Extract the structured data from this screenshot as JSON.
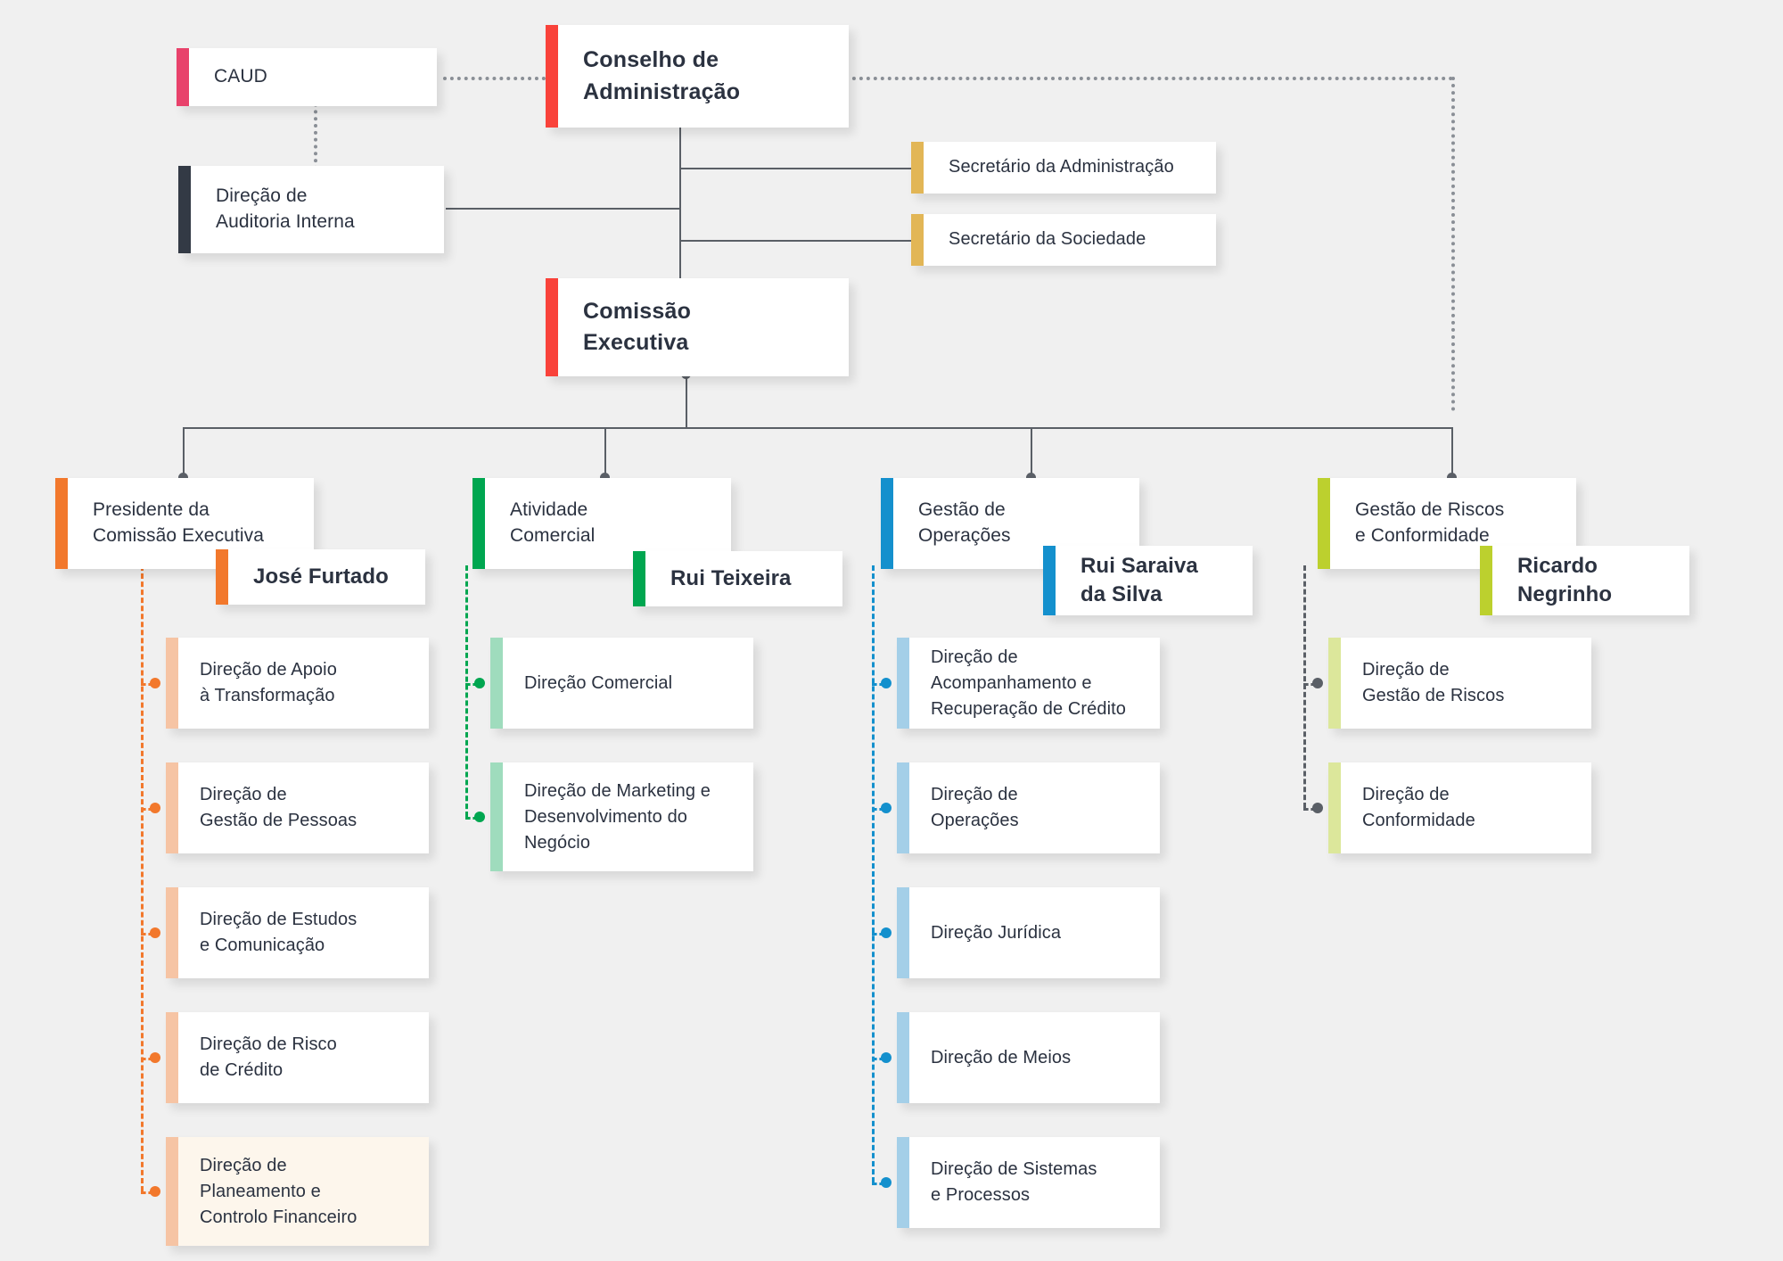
{
  "colors": {
    "background": "#f0f0f0",
    "text": "#2b3240",
    "connector": "#5a5f66",
    "red": "#f9423a",
    "pink": "#e8426b",
    "navy": "#333a45",
    "gold": "#e3b košt"
  },
  "palette": {
    "red": "#f9423a",
    "pink": "#e8426b",
    "navy": "#333a45",
    "gold": "#e2b656",
    "orange": "#f2782c",
    "orange_light": "#f6c4a4",
    "green": "#00a650",
    "green_light": "#9fdcbd",
    "blue": "#1490cd",
    "blue_light": "#a4cfe8",
    "lime": "#bcd02e",
    "lime_light": "#dce79b",
    "cream": "#fdf6ec"
  },
  "top": {
    "caud": {
      "label": "CAUD",
      "accent": "pink"
    },
    "auditoria": {
      "label": "Direção de\nAuditoria Interna",
      "accent": "navy"
    },
    "conselho": {
      "label": "Conselho de\nAdministração",
      "accent": "red"
    },
    "comissao": {
      "label": "Comissão\nExecutiva",
      "accent": "red"
    },
    "secretarios": [
      {
        "label": "Secretário da Administração",
        "accent": "gold"
      },
      {
        "label": "Secretário da Sociedade",
        "accent": "gold"
      }
    ]
  },
  "columns": [
    {
      "header": "Presidente da\nComissão Executiva",
      "accent": "orange",
      "person": "José Furtado",
      "child_accent": "orange_light",
      "connector": "#f2782c",
      "children": [
        {
          "label": "Direção de Apoio\nà Transformação",
          "highlight": false
        },
        {
          "label": "Direção de\nGestão de Pessoas",
          "highlight": false
        },
        {
          "label": "Direção de Estudos\ne Comunicação",
          "highlight": false
        },
        {
          "label": "Direção de Risco\nde Crédito",
          "highlight": false
        },
        {
          "label": "Direção de\nPlaneamento e\nControlo Financeiro",
          "highlight": true
        }
      ]
    },
    {
      "header": "Atividade\nComercial",
      "accent": "green",
      "person": "Rui Teixeira",
      "child_accent": "green_light",
      "connector": "#00a650",
      "children": [
        {
          "label": "Direção Comercial",
          "highlight": false
        },
        {
          "label": "Direção de Marketing e\nDesenvolvimento do\nNegócio",
          "highlight": false
        }
      ]
    },
    {
      "header": "Gestão de\nOperações",
      "accent": "blue",
      "person": "Rui Saraiva\nda Silva",
      "child_accent": "blue_light",
      "connector": "#1490cd",
      "children": [
        {
          "label": "Direção de\nAcompanhamento e\nRecuperação de Crédito",
          "highlight": false
        },
        {
          "label": "Direção de\nOperações",
          "highlight": false
        },
        {
          "label": "Direção Jurídica",
          "highlight": false
        },
        {
          "label": "Direção de Meios",
          "highlight": false
        },
        {
          "label": "Direção de Sistemas\ne Processos",
          "highlight": false
        }
      ]
    },
    {
      "header": "Gestão de Riscos\ne Conformidade",
      "accent": "lime",
      "person": "Ricardo\nNegrinho",
      "child_accent": "lime_light",
      "connector": "#5a5f66",
      "children": [
        {
          "label": "Direção de\nGestão de Riscos",
          "highlight": false
        },
        {
          "label": "Direção de\nConformidade",
          "highlight": false
        }
      ]
    }
  ]
}
